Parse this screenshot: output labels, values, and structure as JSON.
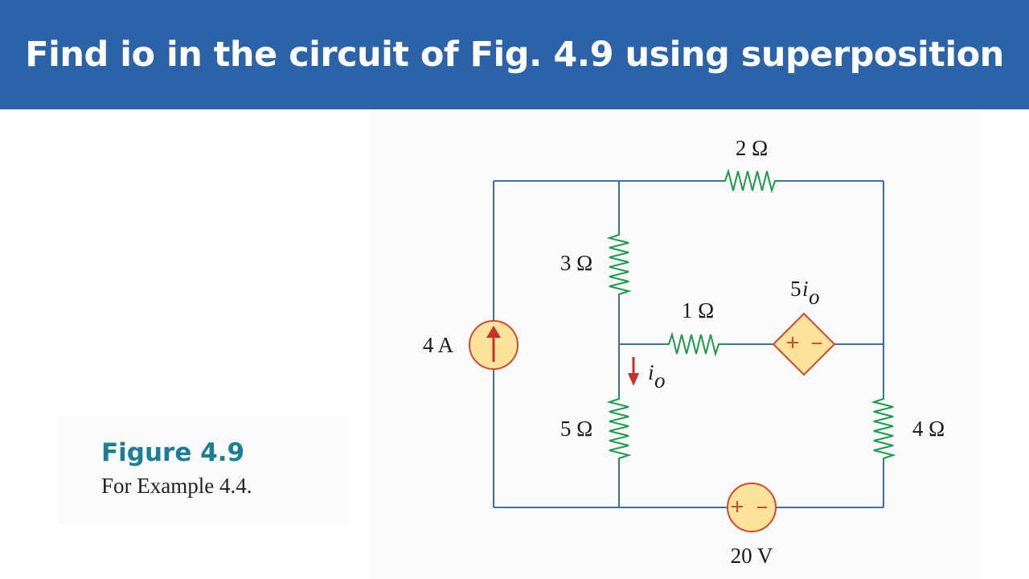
{
  "header": {
    "title": "Find io in the circuit of Fig. 4.9 using superposition"
  },
  "figure": {
    "caption_heading": "Figure 4.9",
    "caption_text": "For Example 4.4."
  },
  "circuit": {
    "labels": {
      "r_top": "2 Ω",
      "r_3": "3 Ω",
      "r_1": "1 Ω",
      "r_5": "5 Ω",
      "r_4": "4 Ω",
      "current_source": "4 A",
      "voltage_source": "20 V",
      "dependent_source_coef": "5",
      "dependent_source_var": "i",
      "dependent_source_sub": "o",
      "current_var": "i",
      "current_sub": "o"
    },
    "colors": {
      "wire": "#3b6fa8",
      "resistor": "#1a9a4a",
      "source_fill": "#fde39a",
      "source_stroke": "#d4482e",
      "arrow": "#c8302a"
    }
  }
}
